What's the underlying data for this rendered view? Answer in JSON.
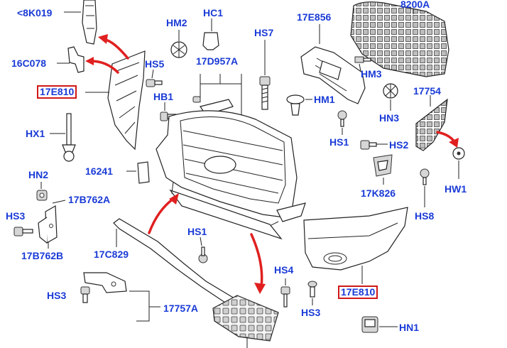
{
  "diagram": {
    "callouts": [
      {
        "id": "8K019",
        "text": "<8K019"
      },
      {
        "id": "16C078",
        "text": "16C078"
      },
      {
        "id": "17E810_left",
        "text": "17E810"
      },
      {
        "id": "HX1",
        "text": "HX1"
      },
      {
        "id": "HN2",
        "text": "HN2"
      },
      {
        "id": "17B762A",
        "text": "17B762A"
      },
      {
        "id": "HS3_left",
        "text": "HS3"
      },
      {
        "id": "17B762B",
        "text": "17B762B"
      },
      {
        "id": "HM2",
        "text": "HM2"
      },
      {
        "id": "HC1",
        "text": "HC1"
      },
      {
        "id": "HS5",
        "text": "HS5"
      },
      {
        "id": "17D957A",
        "text": "17D957A"
      },
      {
        "id": "HB1",
        "text": "HB1"
      },
      {
        "id": "16241",
        "text": "16241"
      },
      {
        "id": "17C829",
        "text": "17C829"
      },
      {
        "id": "HS3_bottom",
        "text": "HS3"
      },
      {
        "id": "17757A",
        "text": "17757A"
      },
      {
        "id": "HS1_center",
        "text": "HS1"
      },
      {
        "id": "HS7",
        "text": "HS7"
      },
      {
        "id": "17E856",
        "text": "17E856"
      },
      {
        "id": "8200A",
        "text": "8200A"
      },
      {
        "id": "HM3",
        "text": "HM3"
      },
      {
        "id": "HM1",
        "text": "HM1"
      },
      {
        "id": "HN3",
        "text": "HN3"
      },
      {
        "id": "17754",
        "text": "17754"
      },
      {
        "id": "HS1_right",
        "text": "HS1"
      },
      {
        "id": "HS2",
        "text": "HS2"
      },
      {
        "id": "HW1",
        "text": "HW1"
      },
      {
        "id": "17K826",
        "text": "17K826"
      },
      {
        "id": "HS8",
        "text": "HS8"
      },
      {
        "id": "HS4",
        "text": "HS4"
      },
      {
        "id": "HS3_right",
        "text": "HS3"
      },
      {
        "id": "17E810_right",
        "text": "17E810"
      },
      {
        "id": "HN1",
        "text": "HN1"
      }
    ],
    "colors": {
      "label": "#1a3bd6",
      "highlight_box": "#d01818",
      "arrow": "#e02020",
      "line": "#222222"
    }
  }
}
